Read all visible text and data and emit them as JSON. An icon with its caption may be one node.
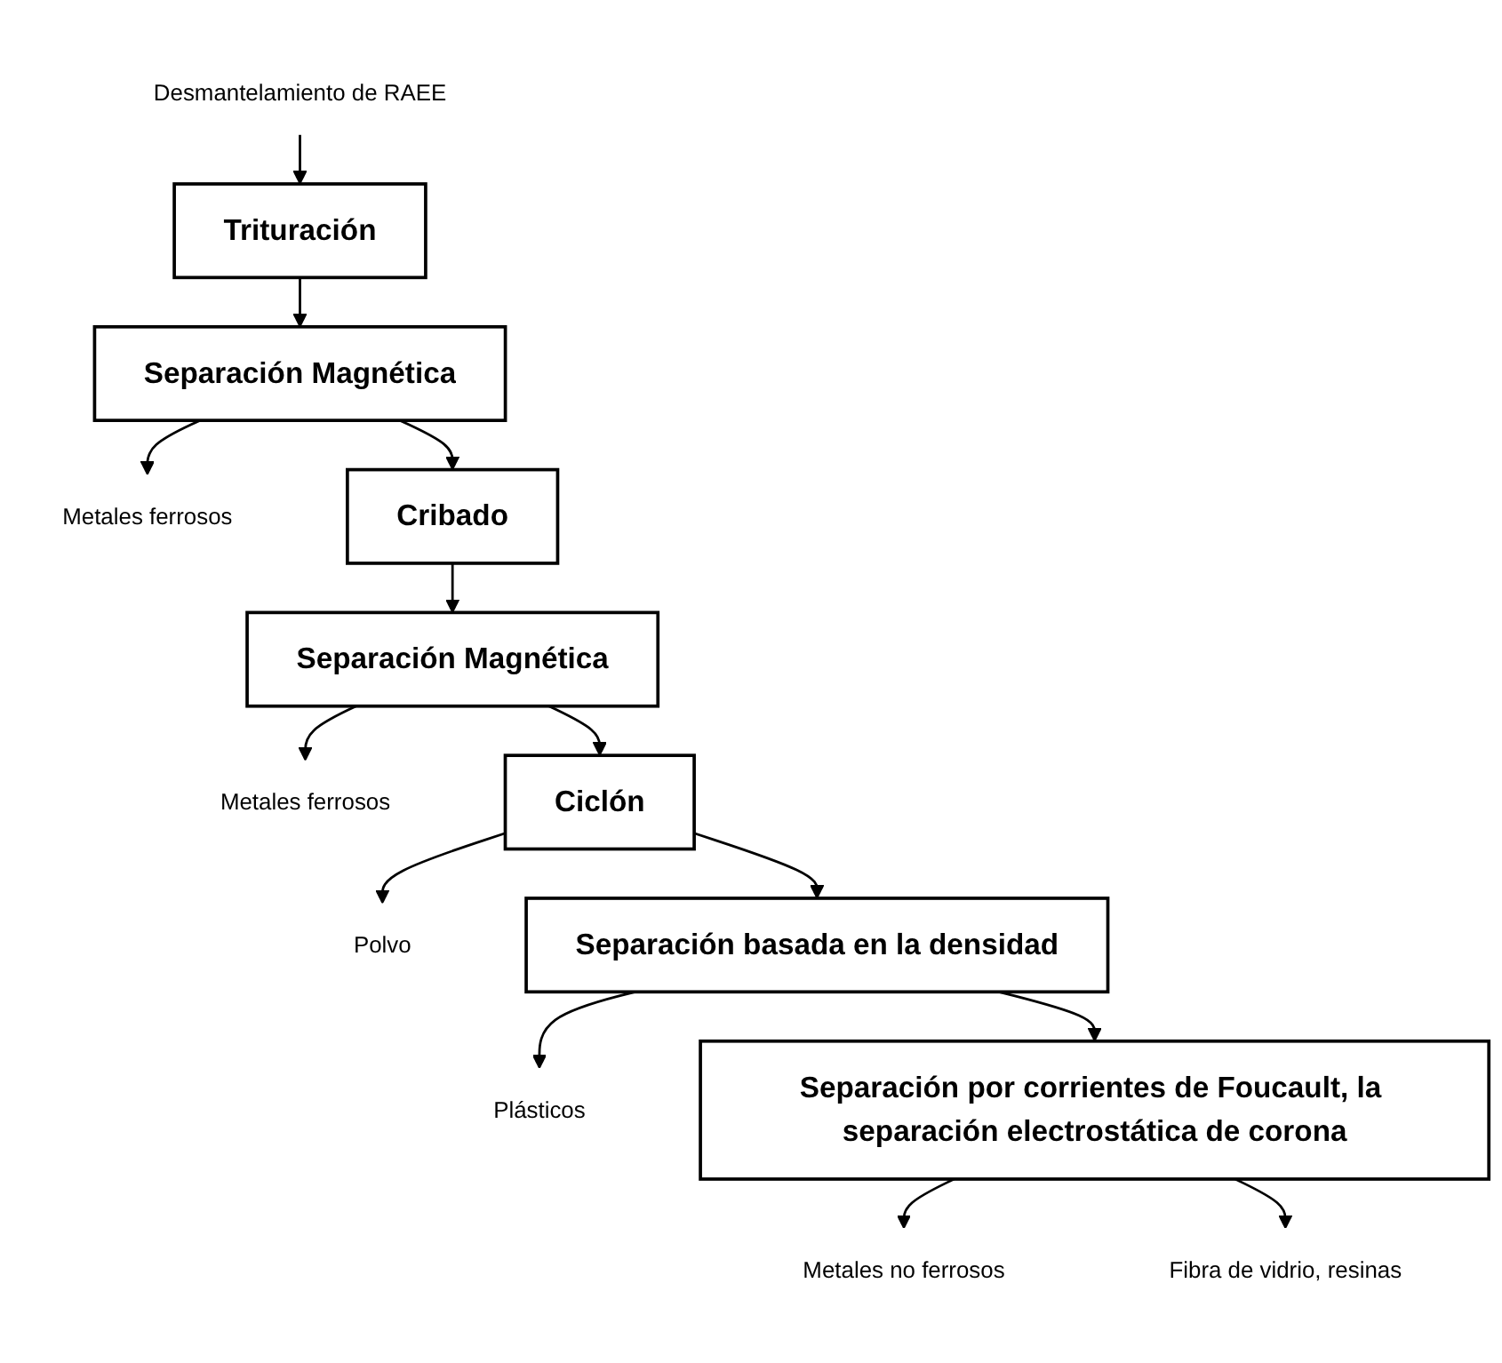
{
  "diagram": {
    "nodes": [
      {
        "text": [
          "Desmantelamiento de RAEE"
        ]
      },
      {
        "text": [
          "Trituración"
        ]
      },
      {
        "text": [
          "Separación Magnética"
        ]
      },
      {
        "text": [
          "Metales ferrosos"
        ]
      },
      {
        "text": [
          "Cribado"
        ]
      },
      {
        "text": [
          "Separación Magnética"
        ]
      },
      {
        "text": [
          "Metales ferrosos"
        ]
      },
      {
        "text": [
          "Ciclón"
        ]
      },
      {
        "text": [
          "Polvo"
        ]
      },
      {
        "text": [
          "Separación basada en la densidad"
        ]
      },
      {
        "text": [
          "Plásticos"
        ]
      },
      {
        "text": [
          "Separación por corrientes de Foucault, la separación electrostática de corona"
        ]
      },
      {
        "text": [
          "Metales no ferrosos"
        ]
      },
      {
        "text": [
          "Fibra de vidrio, resinas"
        ]
      }
    ],
    "edges": [
      {
        "from": 0,
        "to": 1,
        "arrow": "to"
      },
      {
        "from": 1,
        "to": 2,
        "arrow": "to"
      },
      {
        "from": 2,
        "to": 3,
        "arrow": "to"
      },
      {
        "from": 2,
        "to": 4,
        "arrow": "to"
      },
      {
        "from": 4,
        "to": 5,
        "arrow": "to"
      },
      {
        "from": 5,
        "to": 6,
        "arrow": "to"
      },
      {
        "from": 5,
        "to": 7,
        "arrow": "to"
      },
      {
        "from": 7,
        "to": 8,
        "arrow": "to"
      },
      {
        "from": 7,
        "to": 9,
        "arrow": "to"
      },
      {
        "from": 9,
        "to": 10,
        "arrow": "to"
      },
      {
        "from": 9,
        "to": 11,
        "arrow": "to"
      },
      {
        "from": 11,
        "to": 12,
        "arrow": "to"
      },
      {
        "from": 11,
        "to": 13,
        "arrow": "to"
      }
    ]
  }
}
